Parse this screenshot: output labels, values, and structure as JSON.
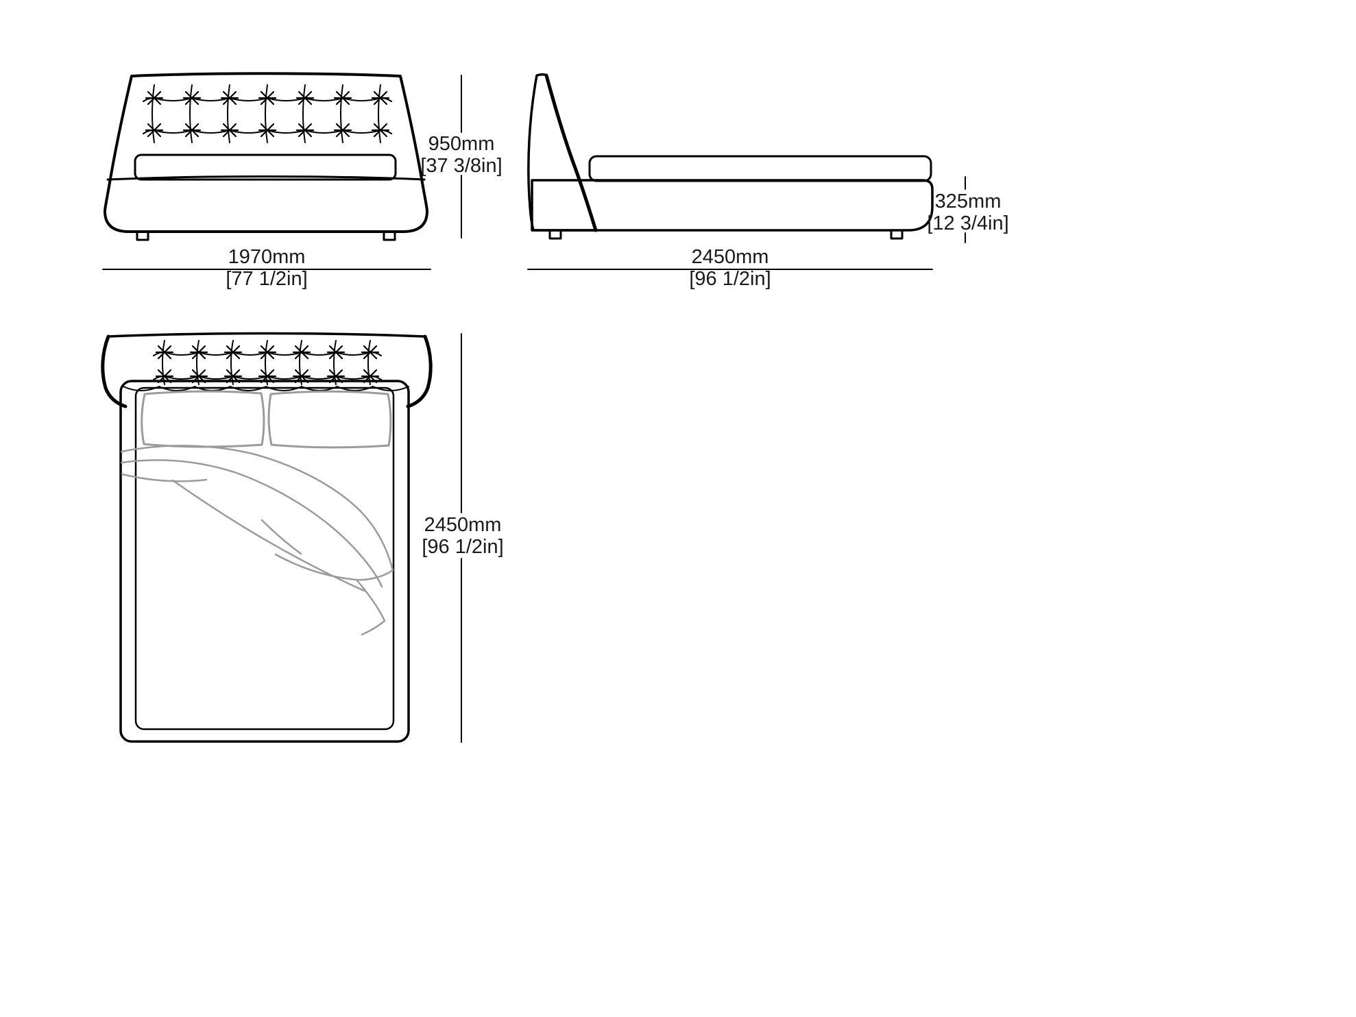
{
  "drawing": {
    "type": "furniture-dimension-diagram",
    "subject": "bed",
    "colors": {
      "line": "#000000",
      "soft_line": "#9b9b9b",
      "background": "#ffffff",
      "text": "#1a1a1a"
    },
    "dimensions": {
      "front_height": {
        "value": "950mm",
        "imperial": "[37 3/8in]"
      },
      "front_width": {
        "value": "1970mm",
        "imperial": "[77 1/2in]"
      },
      "side_length": {
        "value": "2450mm",
        "imperial": "[96 1/2in]"
      },
      "side_base_height": {
        "value": "325mm",
        "imperial": "[12 3/4in]"
      },
      "top_length": {
        "value": "2450mm",
        "imperial": "[96 1/2in]"
      }
    }
  }
}
